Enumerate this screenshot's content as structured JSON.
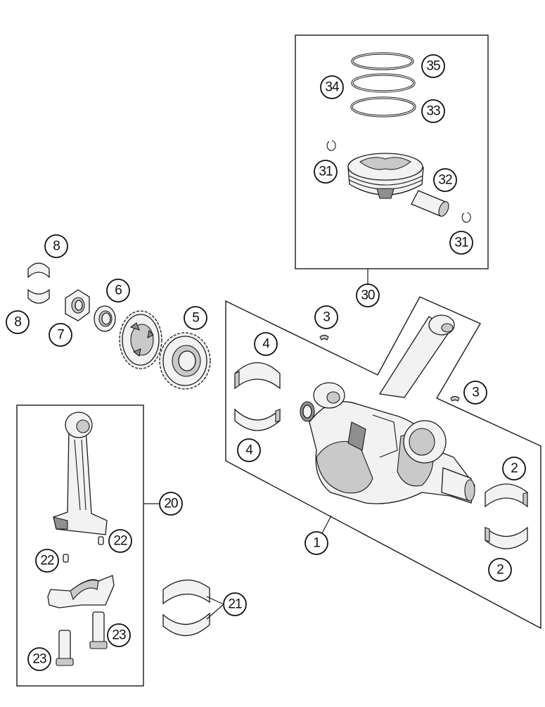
{
  "callouts": {
    "c1": "1",
    "c2a": "2",
    "c2b": "2",
    "c3a": "3",
    "c3b": "3",
    "c4a": "4",
    "c4b": "4",
    "c5": "5",
    "c6": "6",
    "c7": "7",
    "c8a": "8",
    "c8b": "8",
    "c20": "20",
    "c21": "21",
    "c22a": "22",
    "c22b": "22",
    "c23a": "23",
    "c23b": "23",
    "c30": "30",
    "c31a": "31",
    "c31b": "31",
    "c32": "32",
    "c33": "33",
    "c34": "34",
    "c35": "35"
  }
}
